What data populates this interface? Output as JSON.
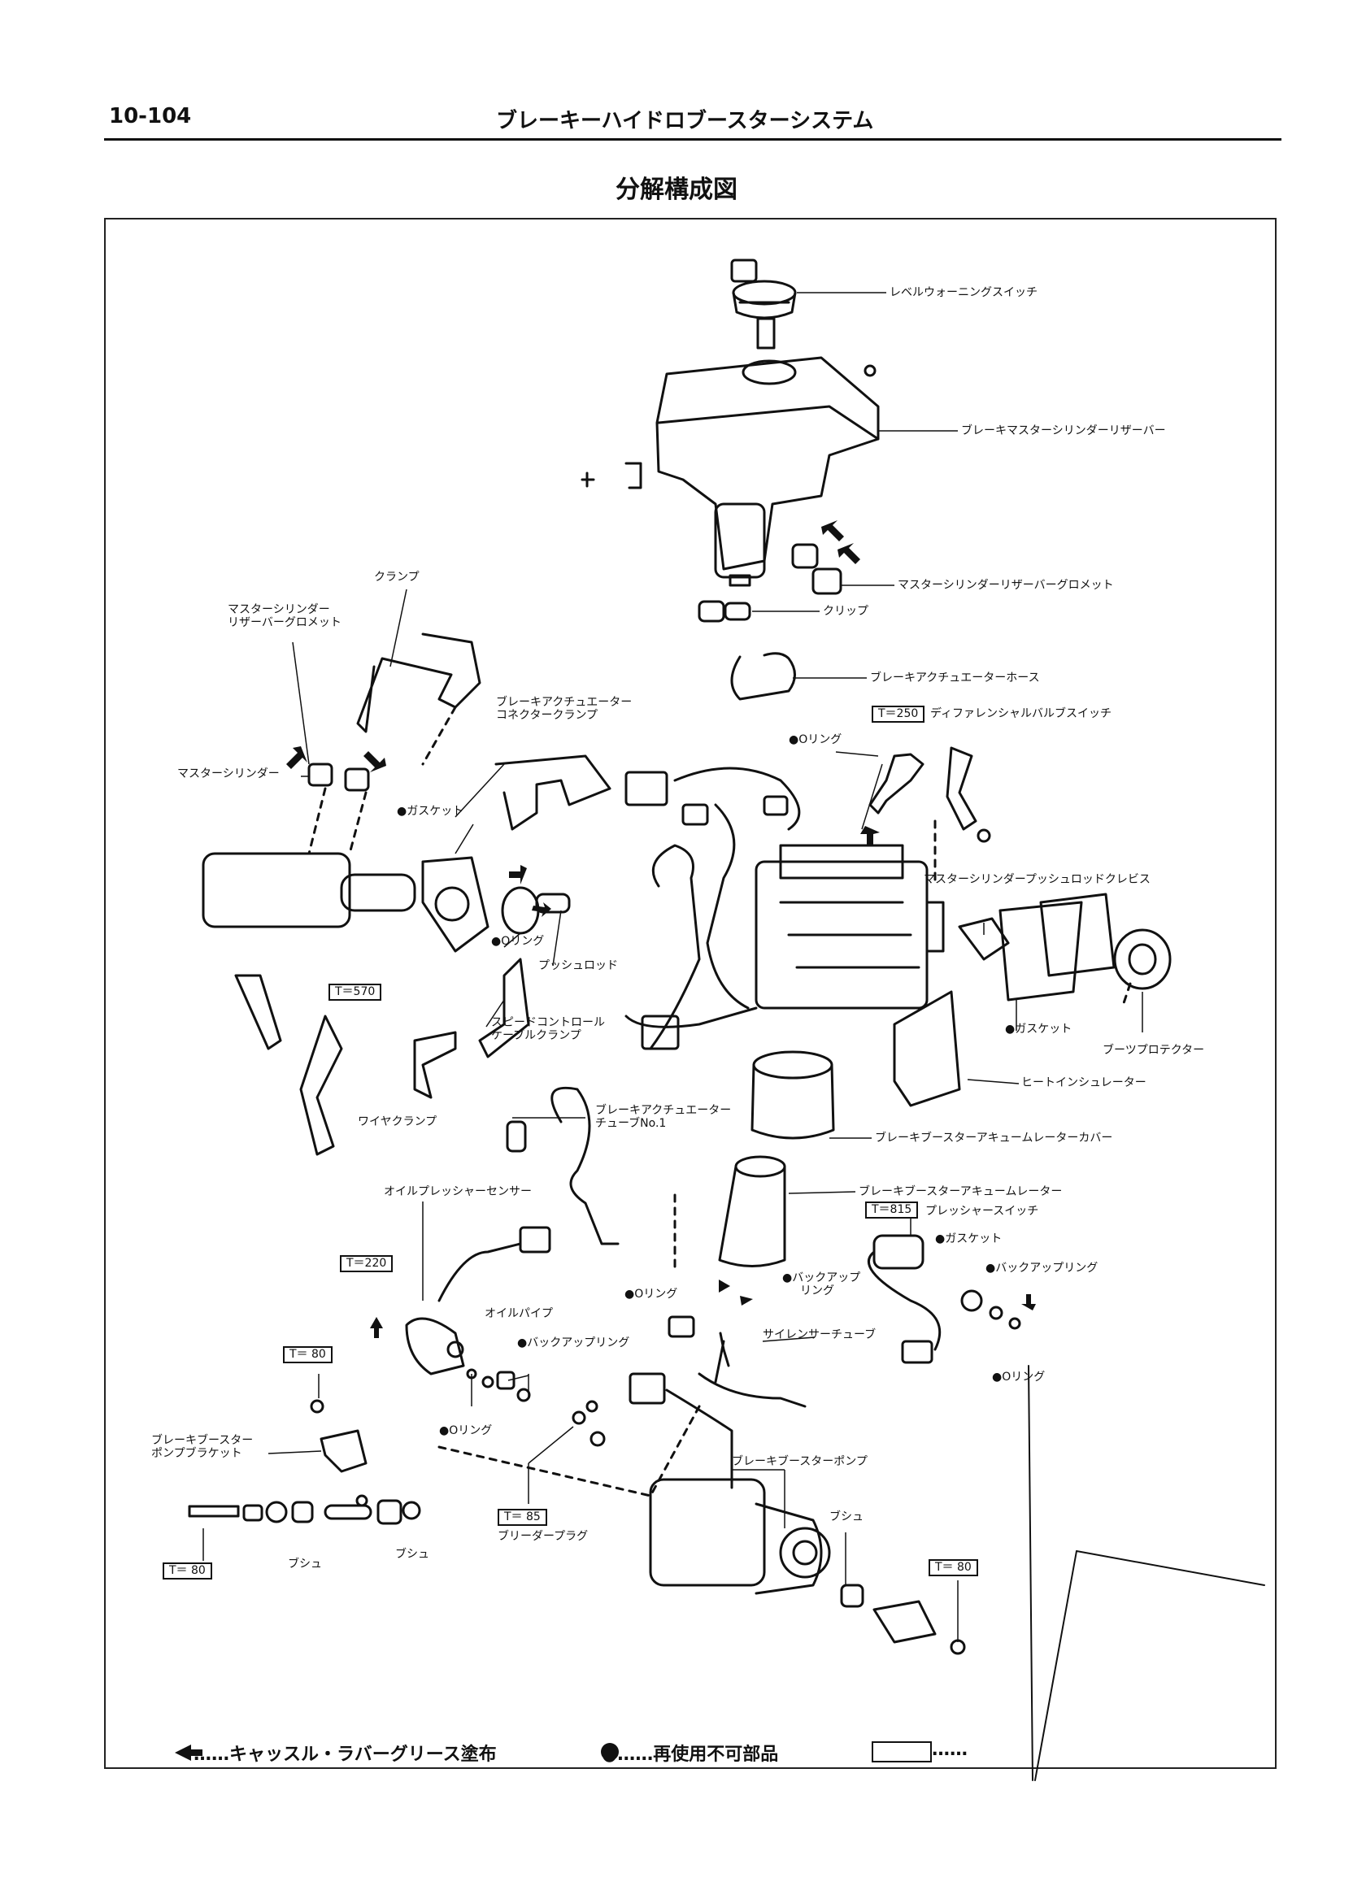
{
  "header": {
    "page_number": "10-104",
    "running_title": "ブレーキーハイドロブースターシステム"
  },
  "page_title": "分解構成図",
  "labels": {
    "level_warning_switch": "レベルウォーニングスイッチ",
    "reservoir": "ブレーキマスターシリンダーリザーバー",
    "reservoir_grommet": "マスターシリンダーリザーバーグロメット",
    "clip": "クリップ",
    "actuator_hose": "ブレーキアクチュエーターホース",
    "diff_valve_switch": "ディファレンシャルバルブスイッチ",
    "o_ring_1": "●Oリング",
    "clamp": "クランプ",
    "grommet_left_1": "マスターシリンダー",
    "grommet_left_2": "リザーバーグロメット",
    "connector_clamp_1": "ブレーキアクチュエーター",
    "connector_clamp_2": "コネクタークランプ",
    "master_cylinder": "マスターシリンダー",
    "gasket_1": "●ガスケット",
    "push_rod_clevis": "マスターシリンダープッシュロッドクレビス",
    "o_ring_2": "●Oリング",
    "push_rod": "プッシュロッド",
    "speed_cable_clamp_1": "スピードコントロール",
    "speed_cable_clamp_2": "ケーブルクランプ",
    "gasket_2": "●ガスケット",
    "boots_protector": "ブーツプロテクター",
    "heat_insulator": "ヒートインシュレーター",
    "wire_clamp": "ワイヤクランプ",
    "actuator_tube_1": "ブレーキアクチュエーター",
    "actuator_tube_2": "チューブNo.1",
    "accumulator_cover": "ブレーキブースターアキュームレーターカバー",
    "oil_pressure_sensor": "オイルプレッシャーセンサー",
    "accumulator": "ブレーキブースターアキュームレーター",
    "pressure_switch": "プレッシャースイッチ",
    "gasket_3": "●ガスケット",
    "backup_ring_1": "●バックアップリング",
    "backup_ring_2a": "●バックアップ",
    "backup_ring_2b": "リング",
    "o_ring_3": "●Oリング",
    "silencer_tube": "サイレンサーチューブ",
    "oil_pipe": "オイルパイプ",
    "backup_ring_3": "●バックアップリング",
    "o_ring_4": "●Oリング",
    "o_ring_5": "●Oリング",
    "pump_bracket_1": "ブレーキブースター",
    "pump_bracket_2": "ポンプブラケット",
    "booster_pump": "ブレーキブースターポンプ",
    "bush_1": "ブシュ",
    "bush_2": "ブシュ",
    "bush_3": "ブシュ",
    "bleeder_plug": "ブリーダープラグ"
  },
  "torques": {
    "diff_valve": "T＝250",
    "master_cyl": "T＝570",
    "pressure_switch": "T＝815",
    "oil_sensor": "T＝220",
    "bracket": "T＝ 80",
    "bolt": "T＝ 80",
    "bleeder": "T＝ 85",
    "pump_cover": "T＝ 80"
  },
  "legend": {
    "grease": "……キャッスル・ラバーグリース塗布",
    "non_reusable": "●……再使用不可部品",
    "box_dots": "……"
  }
}
